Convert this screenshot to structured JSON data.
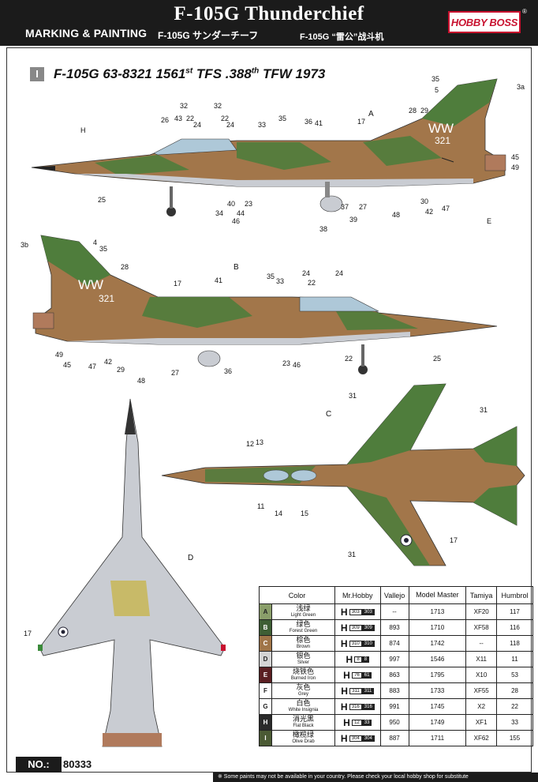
{
  "header": {
    "title": "F-105G Thunderchief",
    "left_label": "MARKING & PAINTING",
    "jp_title": "F-105G サンダーチーフ",
    "cn_title": "F-105G “雷公”战斗机",
    "brand": "HOBBY BOSS",
    "reg_mark": "®"
  },
  "section": {
    "badge": "I",
    "title_a": "F-105G 63-8321 1561",
    "sup1": "st",
    "title_b": " TFS .388",
    "sup2": "th",
    "title_c": " TFW 1973"
  },
  "aircraft": {
    "tail_code": "WW",
    "tail_number": "321",
    "colors": {
      "brown": "#a2764a",
      "green": "#4f7d3c",
      "lightgreen": "#8fa56a",
      "grey": "#c9ccd2",
      "silver": "#b8bcc2",
      "dark": "#2e3b2a"
    }
  },
  "views": {
    "side1": {
      "label": "A",
      "callouts": [
        "32",
        "32",
        "26",
        "43",
        "22",
        "24",
        "22",
        "24",
        "33",
        "35",
        "36",
        "41",
        "17",
        "35",
        "5",
        "28",
        "29",
        "3a",
        "H",
        "25",
        "34",
        "40",
        "44",
        "46",
        "23",
        "37",
        "39",
        "38",
        "27",
        "48",
        "30",
        "42",
        "47",
        "45",
        "49",
        "E"
      ]
    },
    "side2": {
      "label": "B",
      "callouts": [
        "3b",
        "4",
        "35",
        "28",
        "17",
        "41",
        "35",
        "33",
        "24",
        "22",
        "24",
        "49",
        "45",
        "47",
        "42",
        "29",
        "27",
        "48",
        "36",
        "23",
        "46",
        "22",
        "25"
      ]
    },
    "top": {
      "label": "C",
      "callouts": [
        "12",
        "13",
        "11",
        "14",
        "15",
        "31",
        "31",
        "31",
        "17"
      ]
    },
    "bottom": {
      "label": "D",
      "callouts": [
        "17"
      ]
    }
  },
  "color_table": {
    "headers": [
      "Color",
      "Mr.Hobby",
      "Vallejo",
      "Model Master",
      "Tamiya",
      "Humbrol"
    ],
    "rows": [
      {
        "code": "A",
        "swatch": "#8a9e6a",
        "text": "light",
        "zh": "浅绿",
        "en": "Light Green",
        "h1": "303",
        "h2": "303",
        "vallejo": "--",
        "mm": "1713",
        "tamiya": "XF20",
        "humbrol": "117"
      },
      {
        "code": "B",
        "swatch": "#3e5e34",
        "text": "dark",
        "zh": "绿色",
        "en": "Forest Green",
        "h1": "309",
        "h2": "309",
        "vallejo": "893",
        "mm": "1710",
        "tamiya": "XF58",
        "humbrol": "116"
      },
      {
        "code": "C",
        "swatch": "#a07548",
        "text": "dark",
        "zh": "棕色",
        "en": "Brown",
        "h1": "310",
        "h2": "310",
        "vallejo": "874",
        "mm": "1742",
        "tamiya": "--",
        "humbrol": "118"
      },
      {
        "code": "D",
        "swatch": "#d4d4d4",
        "text": "light",
        "zh": "银色",
        "en": "Silver",
        "h1": "8",
        "h2": "8",
        "vallejo": "997",
        "mm": "1546",
        "tamiya": "X11",
        "humbrol": "11"
      },
      {
        "code": "E",
        "swatch": "#5a1f22",
        "text": "dark",
        "zh": "烧铁色",
        "en": "Burned Iron",
        "h1": "76",
        "h2": "61",
        "vallejo": "863",
        "mm": "1795",
        "tamiya": "X10",
        "humbrol": "53"
      },
      {
        "code": "F",
        "swatch": "#ffffff",
        "text": "light",
        "zh": "灰色",
        "en": "Grey",
        "h1": "311",
        "h2": "311",
        "vallejo": "883",
        "mm": "1733",
        "tamiya": "XF55",
        "humbrol": "28"
      },
      {
        "code": "G",
        "swatch": "#ffffff",
        "text": "light",
        "zh": "白色",
        "en": "White Insignia",
        "h1": "316",
        "h2": "316",
        "vallejo": "991",
        "mm": "1745",
        "tamiya": "X2",
        "humbrol": "22"
      },
      {
        "code": "H",
        "swatch": "#2a2a2a",
        "text": "dark",
        "zh": "消光黑",
        "en": "Flat Black",
        "h1": "12",
        "h2": "33",
        "vallejo": "950",
        "mm": "1749",
        "tamiya": "XF1",
        "humbrol": "33"
      },
      {
        "code": "I",
        "swatch": "#4b5a34",
        "text": "dark",
        "zh": "橄榄绿",
        "en": "Olive Drab",
        "h1": "304",
        "h2": "304",
        "vallejo": "887",
        "mm": "1711",
        "tamiya": "XF62",
        "humbrol": "155"
      }
    ]
  },
  "footer": {
    "no_label": "NO.:",
    "no_value": "80333",
    "note": "※ Some paints may not be available in your country. Please check your local hobby shop for substitute"
  }
}
